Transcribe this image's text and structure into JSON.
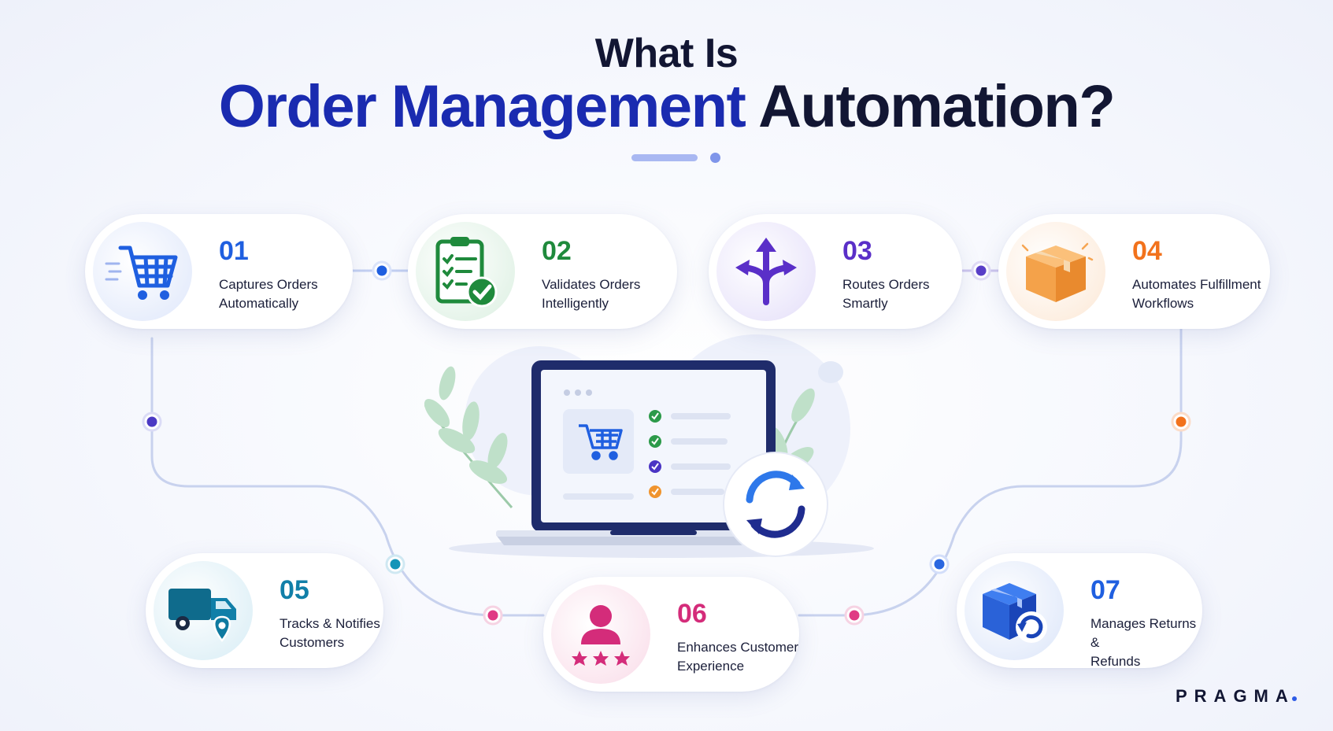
{
  "header": {
    "title_line1": "What Is",
    "title_highlight": "Order Management",
    "title_rest": "Automation?"
  },
  "colors": {
    "blue": "#1f5fe0",
    "green": "#1f8a3c",
    "purple": "#5a2fc8",
    "orange": "#f2721c",
    "teal": "#117fa8",
    "pink": "#d42c7a",
    "navy": "#1a2bb0"
  },
  "steps": [
    {
      "num": "01",
      "line1": "Captures Orders",
      "line2": "Automatically",
      "icon": "shopping-cart-icon"
    },
    {
      "num": "02",
      "line1": "Validates Orders",
      "line2": "Intelligently",
      "icon": "clipboard-check-icon"
    },
    {
      "num": "03",
      "line1": "Routes Orders",
      "line2": "Smartly",
      "icon": "split-arrows-icon"
    },
    {
      "num": "04",
      "line1": "Automates Fulfillment",
      "line2": "Workflows",
      "icon": "package-box-icon"
    },
    {
      "num": "05",
      "line1": "Tracks & Notifies",
      "line2": "Customers",
      "icon": "delivery-truck-icon"
    },
    {
      "num": "06",
      "line1": "Enhances Customer",
      "line2": "Experience",
      "icon": "customer-rating-icon"
    },
    {
      "num": "07",
      "line1": "Manages Returns &",
      "line2": "Refunds",
      "icon": "return-box-icon"
    }
  ],
  "brand": {
    "logo_text": "PRAGMA"
  }
}
